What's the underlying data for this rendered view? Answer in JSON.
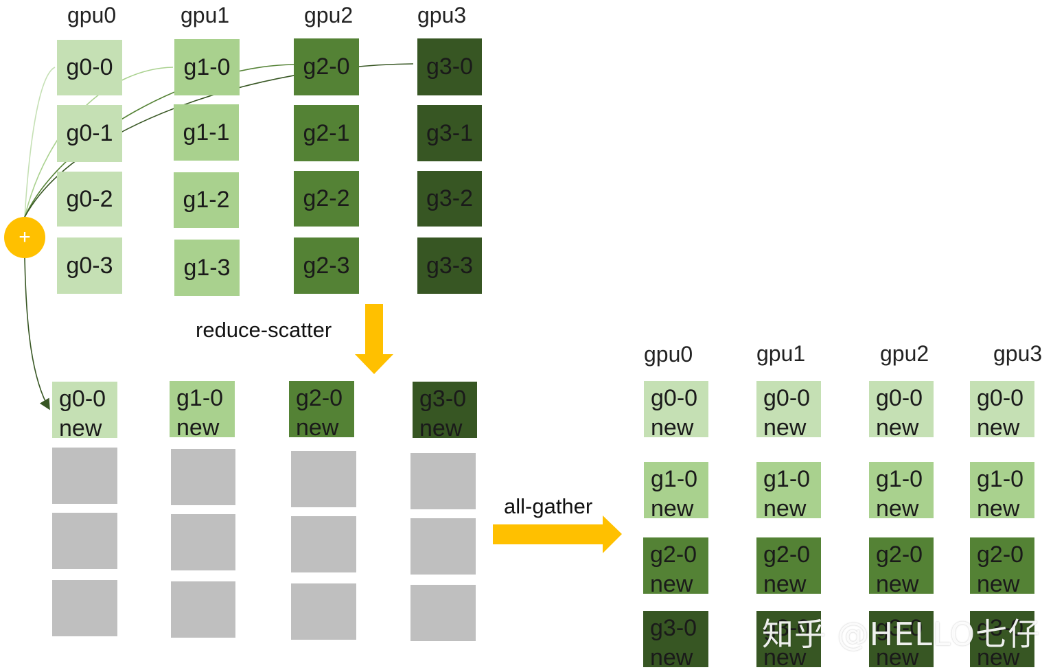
{
  "colors": {
    "gpu0": "#c5e0b4",
    "gpu1": "#a9d18e",
    "gpu2": "#548235",
    "gpu3": "#375623",
    "empty": "#bfbfbf",
    "accent": "#ffc000"
  },
  "gpus": [
    "gpu0",
    "gpu1",
    "gpu2",
    "gpu3"
  ],
  "initial": [
    [
      "g0-0",
      "g0-1",
      "g0-2",
      "g0-3"
    ],
    [
      "g1-0",
      "g1-1",
      "g1-2",
      "g1-3"
    ],
    [
      "g2-0",
      "g2-1",
      "g2-2",
      "g2-3"
    ],
    [
      "g3-0",
      "g3-1",
      "g3-2",
      "g3-3"
    ]
  ],
  "reduce_op": {
    "symbol": "+",
    "icon": "plus-icon"
  },
  "reduce_scatter": {
    "label": "reduce-scatter",
    "results": [
      {
        "name": "g0-0",
        "suffix": "new"
      },
      {
        "name": "g1-0",
        "suffix": "new"
      },
      {
        "name": "g2-0",
        "suffix": "new"
      },
      {
        "name": "g3-0",
        "suffix": "new"
      }
    ]
  },
  "all_gather": {
    "label": "all-gather",
    "rows": [
      {
        "name": "g0-0",
        "suffix": "new"
      },
      {
        "name": "g1-0",
        "suffix": "new"
      },
      {
        "name": "g2-0",
        "suffix": "new"
      },
      {
        "name": "g3-0",
        "suffix": "new"
      }
    ]
  },
  "watermark": "知乎 @HELLO七仔"
}
